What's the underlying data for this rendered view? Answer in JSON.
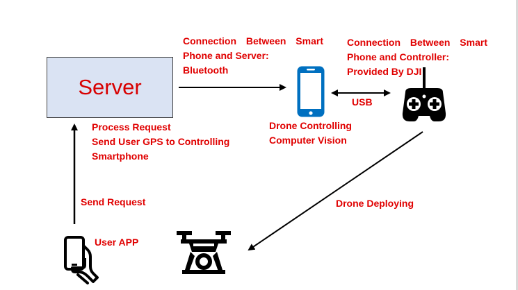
{
  "server": {
    "label": "Server"
  },
  "labels": {
    "conn_server_line1_words": [
      "Connection",
      "Between",
      "Smart"
    ],
    "conn_server_line2": "Phone and Server:",
    "conn_server_line3": "Bluetooth",
    "conn_controller_line1_words": [
      "Connection",
      "Between",
      "Smart"
    ],
    "conn_controller_line2": "Phone and Controller:",
    "conn_controller_line3": "Provided By DJI",
    "usb": "USB",
    "drone_controlling_line1": "Drone Controlling",
    "drone_controlling_line2": "Computer Vision",
    "process_line1": "Process Request",
    "process_line2": "Send User GPS to Controlling",
    "process_line3": "Smartphone",
    "send_request": "Send Request",
    "drone_deploying": "Drone Deploying",
    "user_app": "User APP"
  },
  "icons": {
    "smartphone": "smartphone-icon",
    "controller": "remote-controller-icon",
    "drone": "drone-icon",
    "user_phone": "hand-phone-icon"
  },
  "colors": {
    "label_red": "#e00000",
    "server_fill": "#dae3f3",
    "phone_blue": "#0070c0",
    "arrow": "#000000"
  }
}
